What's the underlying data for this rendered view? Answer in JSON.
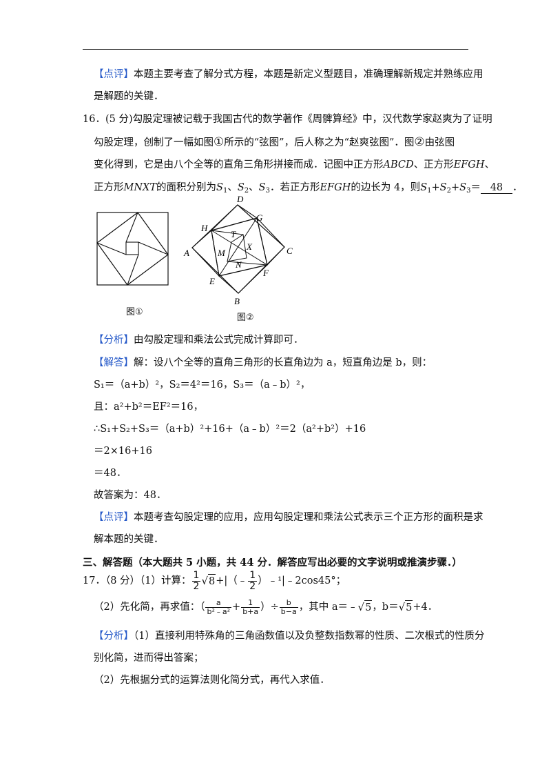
{
  "p15": {
    "note_tag": "【点评】",
    "note_l1": "本题主要考查了解分式方程，本题是新定义型题目，准确理解新规定并熟练应用",
    "note_l2": "是解题的关键．"
  },
  "q16": {
    "l1": "16．(5 分)勾股定理被记载于我国古代的数学著作《周髀算经》中，汉代数学家赵爽为了证明",
    "l2a": "勾股定理，创制了一幅如图",
    "c1": "①",
    "l2b": "所示的“弦图”，后人称之为“赵爽弦图”．图",
    "c2": "②",
    "l2c": "由弦图",
    "l3a": "变化得到，它是由八个全等的直角三角形拼接而成．记图中正方形",
    "abcd": "ABCD",
    "l3b": "、正方形",
    "efgh": "EFGH",
    "l3c": "、",
    "l4a": "正方形",
    "mnxt": "MNXT",
    "l4b": "的面积分别为",
    "l4c": "．若正方形",
    "l4d": "的边长为 4，则",
    "eq": "＝",
    "answer": "48",
    "dot": "．"
  },
  "fig": {
    "cap1": "图①",
    "cap2": "图②",
    "labels": {
      "A": "A",
      "B": "B",
      "C": "C",
      "D": "D",
      "E": "E",
      "F": "F",
      "G": "G",
      "H": "H",
      "M": "M",
      "N": "N",
      "T": "T",
      "X": "X"
    }
  },
  "sol16": {
    "analysis_tag": "【分析】",
    "analysis": "由勾股定理和乘法公式完成计算即可．",
    "answer_tag": "【解答】",
    "ans_l1": "解：设八个全等的直角三角形的长直角边为 a，短直角边是 b，则：",
    "s_line": "S₁＝（a+b）²，S₂＝4²＝16，S₃＝（a﹣b）²，",
    "and_line": "且：a²+b²＝EF²＝16，",
    "sum_line": "∴S₁+S₂+S₃＝（a+b）²+16+（a﹣b）²＝2（a²+b²）+16",
    "step1": "＝2×16+16",
    "step2": "＝48．",
    "final": "故答案为：48．",
    "note_tag": "【点评】",
    "note_l1": "本题考查勾股定理的应用，应用勾股定理和乘法公式表示三个正方形的面积是求",
    "note_l2": "解本题的关键．"
  },
  "section3": {
    "title": "三、解答题（本大题共 5 小题，共 44 分．解答应写出必要的文字说明或推演步骤．）"
  },
  "q17": {
    "p1a": "17．（8 分）（1）计算：",
    "one": "1",
    "two": "2",
    "rad8": "8",
    "plus_abs": "+|（﹣",
    "pow": "）﹣¹|﹣2cos45°；",
    "p2a": "（2）先化简，再求值：（",
    "fa_n": "a",
    "fa_d": "b²﹣a²",
    "plus": "+",
    "fb_n": "1",
    "fb_d": "b+a",
    "div": "）÷",
    "fc_n": "b",
    "fc_d": "b−a",
    "where": "，其中 a＝﹣",
    "rad5a": "5",
    "bpart": "，b＝",
    "rad5b": "5",
    "tail": "+4．",
    "analysis_tag": "【分析】",
    "an_l1": "（1）直接利用特殊角的三角函数值以及负整数指数幂的性质、二次根式的性质分",
    "an_l2": "别化简，进而得出答案；",
    "an_l3": "（2）先根据分式的运算法则化简分式，再代入求值．"
  },
  "colors": {
    "tag": "#2458c8",
    "text": "#111111"
  }
}
